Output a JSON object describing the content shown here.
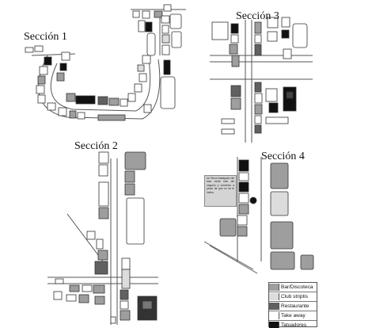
{
  "sections": {
    "s1": "Sección 1",
    "s2": "Sección 2",
    "s3": "Sección 3",
    "s4": "Sección 4"
  },
  "legend": [
    {
      "label": "Bar/Discoteca",
      "color": "#9e9e9e"
    },
    {
      "label": "Club striptis",
      "color": "#dcdcdc"
    },
    {
      "label": "Restaurante",
      "color": "#616161"
    },
    {
      "label": "Take away",
      "color": "#ffffff"
    },
    {
      "label": "Tatuadores",
      "color": "#111111"
    }
  ],
  "note": "Un Sinnú trabajador del lado oeste sólo del negocio y comercio a pesar de que no se le indica.",
  "colors": {
    "bar": "#9e9e9e",
    "club": "#dcdcdc",
    "restaurant": "#616161",
    "takeaway": "#ffffff",
    "tattoo": "#111111"
  }
}
